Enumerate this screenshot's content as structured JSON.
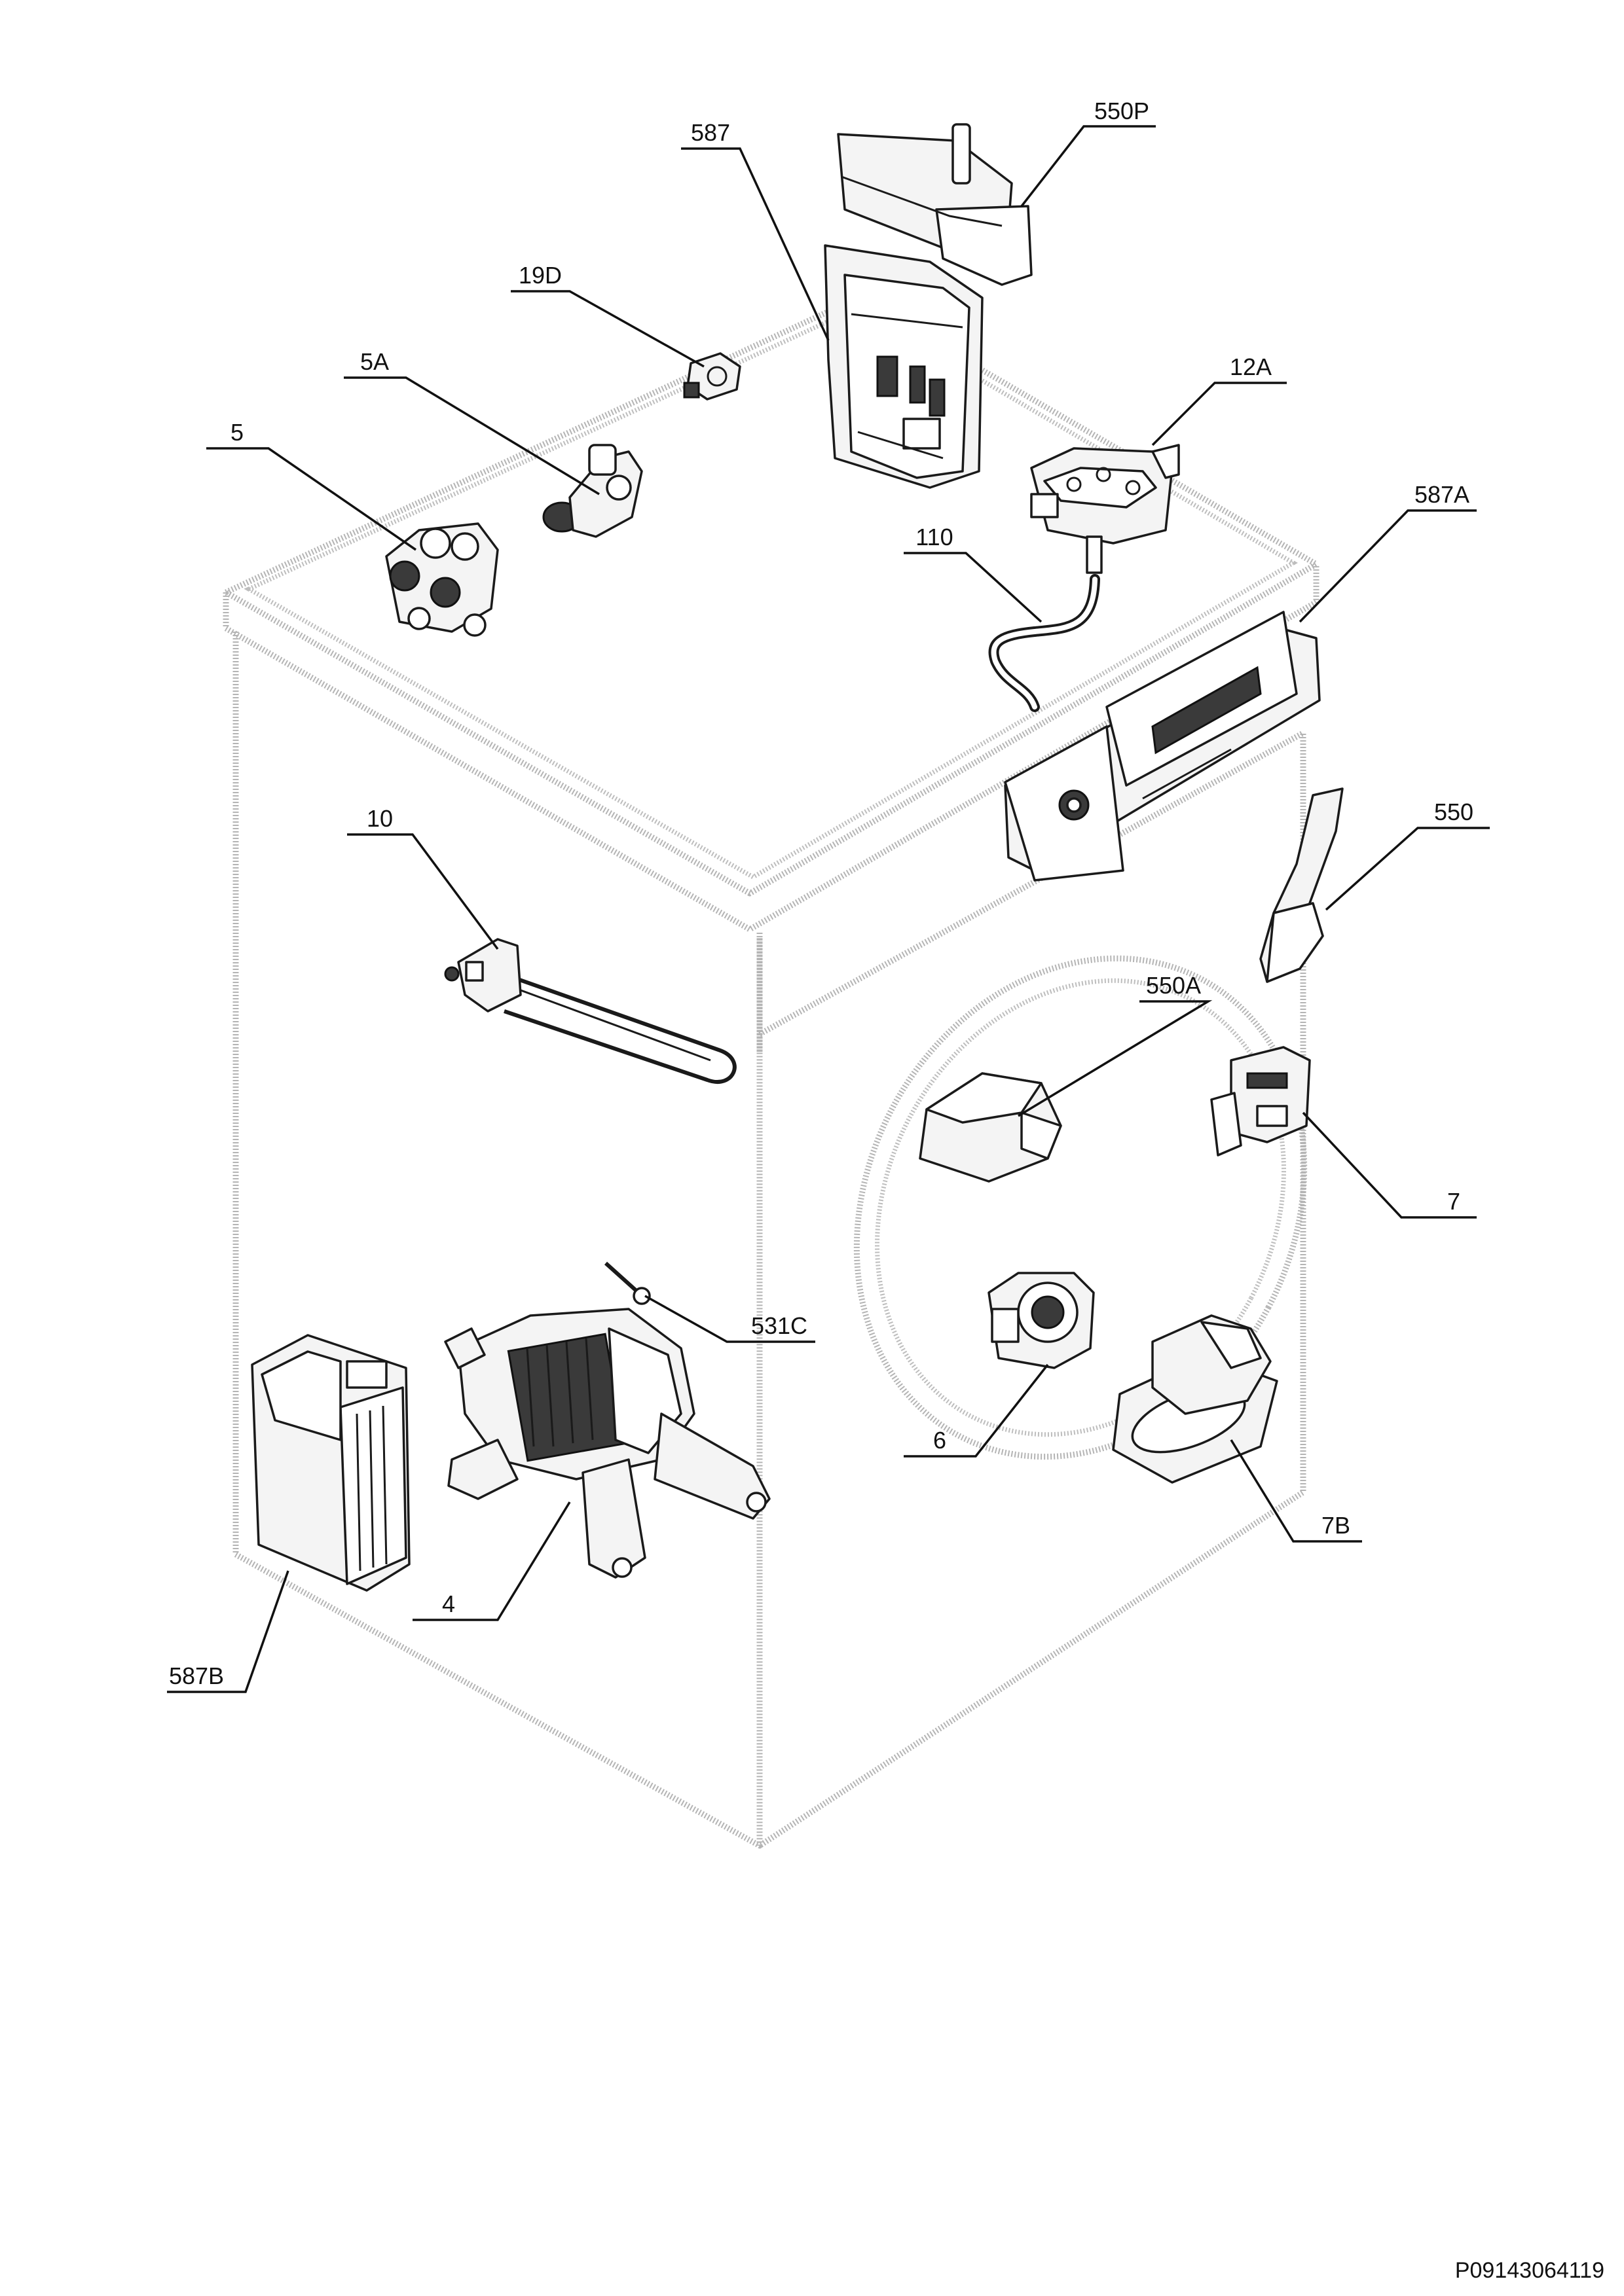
{
  "diagram_ref": "P09143064119",
  "callouts": [
    {
      "id": "550P",
      "label": "550P"
    },
    {
      "id": "587",
      "label": "587"
    },
    {
      "id": "19D",
      "label": "19D"
    },
    {
      "id": "5A",
      "label": "5A"
    },
    {
      "id": "12A",
      "label": "12A"
    },
    {
      "id": "5",
      "label": "5"
    },
    {
      "id": "587A",
      "label": "587A"
    },
    {
      "id": "110",
      "label": "110"
    },
    {
      "id": "10",
      "label": "10"
    },
    {
      "id": "550",
      "label": "550"
    },
    {
      "id": "550A",
      "label": "550A"
    },
    {
      "id": "7",
      "label": "7"
    },
    {
      "id": "531C",
      "label": "531C"
    },
    {
      "id": "6",
      "label": "6"
    },
    {
      "id": "7B",
      "label": "7B"
    },
    {
      "id": "4",
      "label": "4"
    },
    {
      "id": "587B",
      "label": "587B"
    }
  ]
}
